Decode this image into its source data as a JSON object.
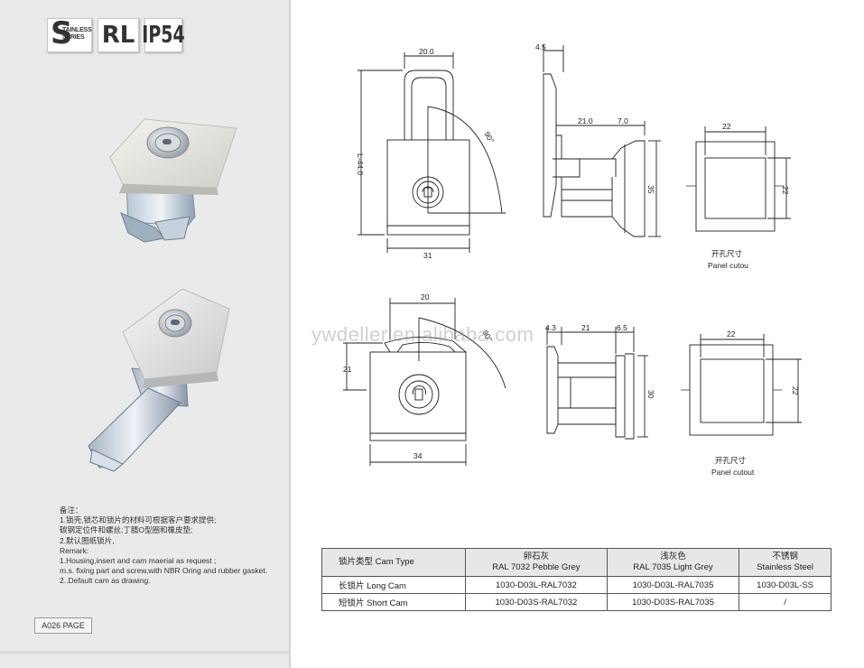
{
  "logo": {
    "s_letter": "S",
    "s_small_line1": "TAINLESS",
    "s_small_line2": "SERIES",
    "rl": "RL",
    "ip": "IP54"
  },
  "watermark": "ywdeller.en.alibaba.com",
  "remarks": {
    "lines": [
      "备注：",
      "1.锁壳,锁芯和锁片的材料可根据客户要求提供;",
      "碳钢定位件和螺丝;丁腈O型圈和橡皮垫;",
      "2.默认图纸锁片,",
      "Remark:",
      "1.Housing,insert and cam maerial as request ;",
      "m.s. fixing part and screw,with NBR Oring and rubber gasket.",
      "2..Default cam as drawing."
    ]
  },
  "page_label": "A026  PAGE",
  "drawing_top": {
    "dim_width_top": "20.0",
    "dim_height": "L-44.0",
    "dim_angle": "90°",
    "dim_base": "31",
    "side_dim_thickness": "4.5",
    "side_dim_depth": "21.0",
    "side_dim_flange": "7.0",
    "side_dim_height": "35",
    "cutout_w": "22",
    "cutout_h": "22",
    "cutout_cn": "开孔尺寸",
    "cutout_en": "Panel cutou"
  },
  "drawing_bottom": {
    "dim_width_top": "20",
    "dim_height": "21",
    "dim_angle": "90°",
    "dim_base": "34",
    "side_dim_thickness": "4.3",
    "side_dim_depth": "21",
    "side_dim_flange": "6.5",
    "side_dim_height": "30",
    "cutout_w": "22",
    "cutout_h": "22",
    "cutout_cn": "开孔尺寸",
    "cutout_en": "Panel cutout"
  },
  "table": {
    "headers": [
      {
        "cn": "锁片类型",
        "en": "Cam Type"
      },
      {
        "cn": "卵石灰",
        "en": "RAL 7032 Pebble Grey"
      },
      {
        "cn": "浅灰色",
        "en": "RAL 7035 Light Grey"
      },
      {
        "cn": "不锈钢",
        "en": "Stainless Steel"
      }
    ],
    "rows": [
      {
        "type": "长锁片 Long Cam",
        "c1": "1030-D03L-RAL7032",
        "c2": "1030-D03L-RAL7035",
        "c3": "1030-D03L-SS"
      },
      {
        "type": "短锁片 Short Cam",
        "c1": "1030-D03S-RAL7032",
        "c2": "1030-D03S-RAL7035",
        "c3": "/"
      }
    ]
  },
  "colors": {
    "left_panel": "#e9eaea",
    "table_header": "#e6e7e8",
    "line": "#222222"
  }
}
